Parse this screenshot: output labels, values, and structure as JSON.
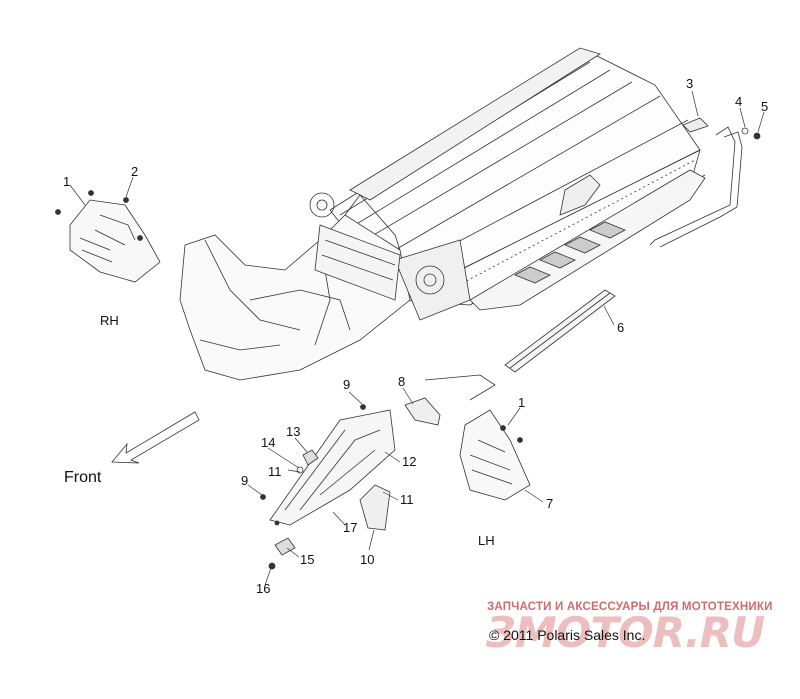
{
  "callouts": [
    {
      "id": "c1a",
      "text": "1"
    },
    {
      "id": "c2",
      "text": "2"
    },
    {
      "id": "c3",
      "text": "3"
    },
    {
      "id": "c4",
      "text": "4"
    },
    {
      "id": "c5",
      "text": "5"
    },
    {
      "id": "c6",
      "text": "6"
    },
    {
      "id": "c9a",
      "text": "9"
    },
    {
      "id": "c8",
      "text": "8"
    },
    {
      "id": "c1b",
      "text": "1"
    },
    {
      "id": "c13",
      "text": "13"
    },
    {
      "id": "c14",
      "text": "14"
    },
    {
      "id": "c11a",
      "text": "11"
    },
    {
      "id": "c12",
      "text": "12"
    },
    {
      "id": "c9b",
      "text": "9"
    },
    {
      "id": "c11b",
      "text": "11"
    },
    {
      "id": "c7",
      "text": "7"
    },
    {
      "id": "c17",
      "text": "17"
    },
    {
      "id": "c15",
      "text": "15"
    },
    {
      "id": "c10",
      "text": "10"
    },
    {
      "id": "c16",
      "text": "16"
    }
  ],
  "labels": {
    "rh": "RH",
    "lh": "LH",
    "front": "Front"
  },
  "watermark": {
    "tagline": "ЗАПЧАСТИ И АКСЕССУАРЫ ДЛЯ МОТОТЕХНИКИ",
    "brand": "ЗМОТОR.RU"
  },
  "copyright": "© 2011 Polaris Sales Inc."
}
